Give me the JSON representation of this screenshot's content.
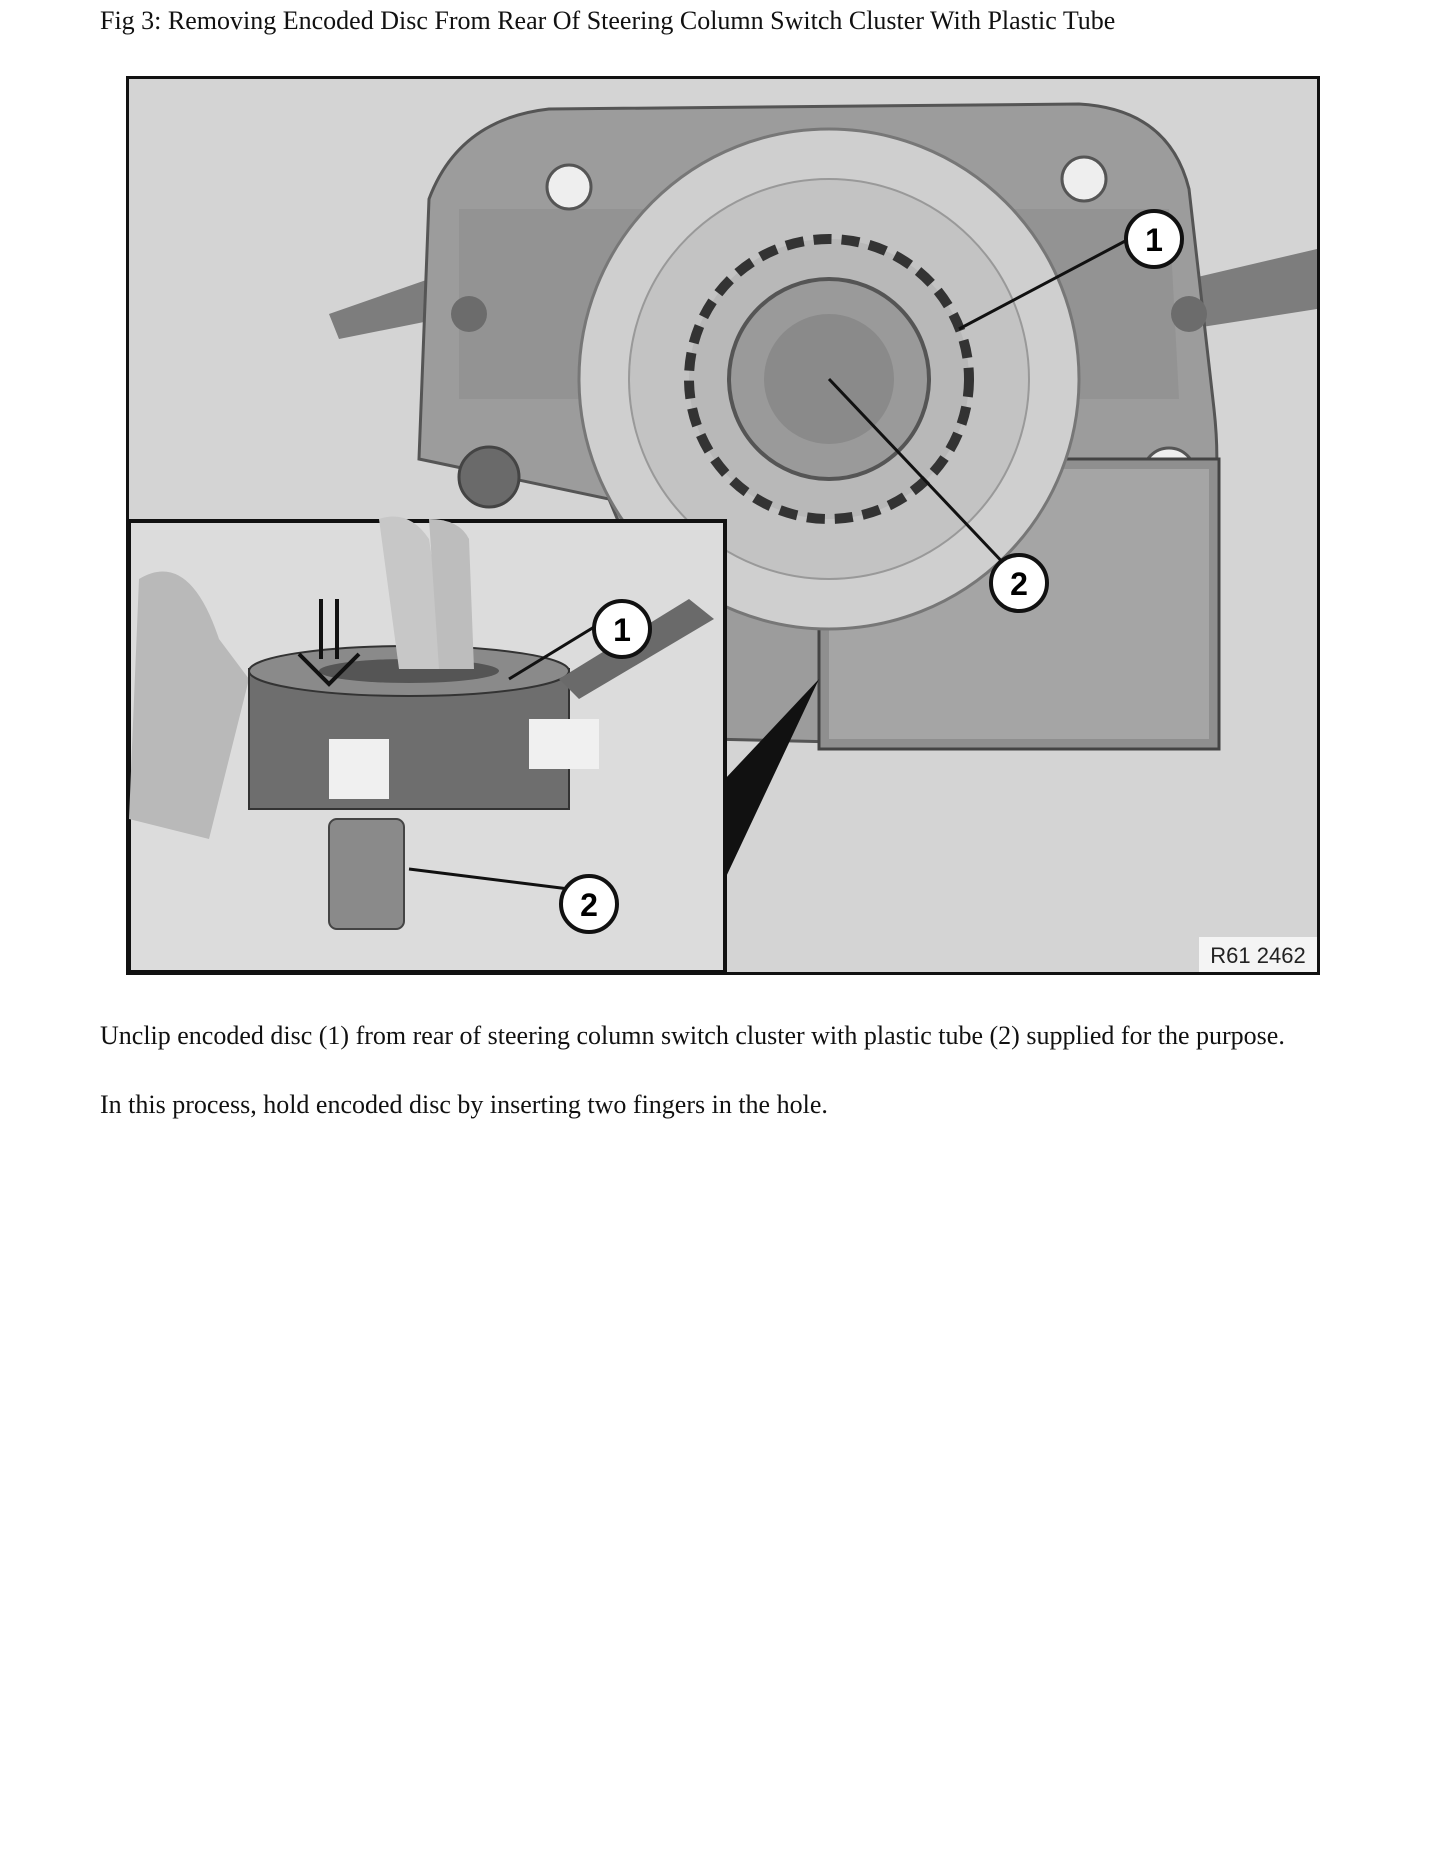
{
  "caption": "Fig 3: Removing Encoded Disc From Rear Of Steering Column Switch Cluster With Plastic Tube",
  "figure": {
    "callouts_main": [
      "1",
      "2"
    ],
    "callouts_inset": [
      "1",
      "2"
    ],
    "reference_code": "R61 2462"
  },
  "paragraphs": [
    "Unclip encoded disc (1) from rear of steering column switch cluster with plastic tube (2) supplied for the purpose.",
    "In this process, hold encoded disc by inserting two fingers in the hole."
  ]
}
